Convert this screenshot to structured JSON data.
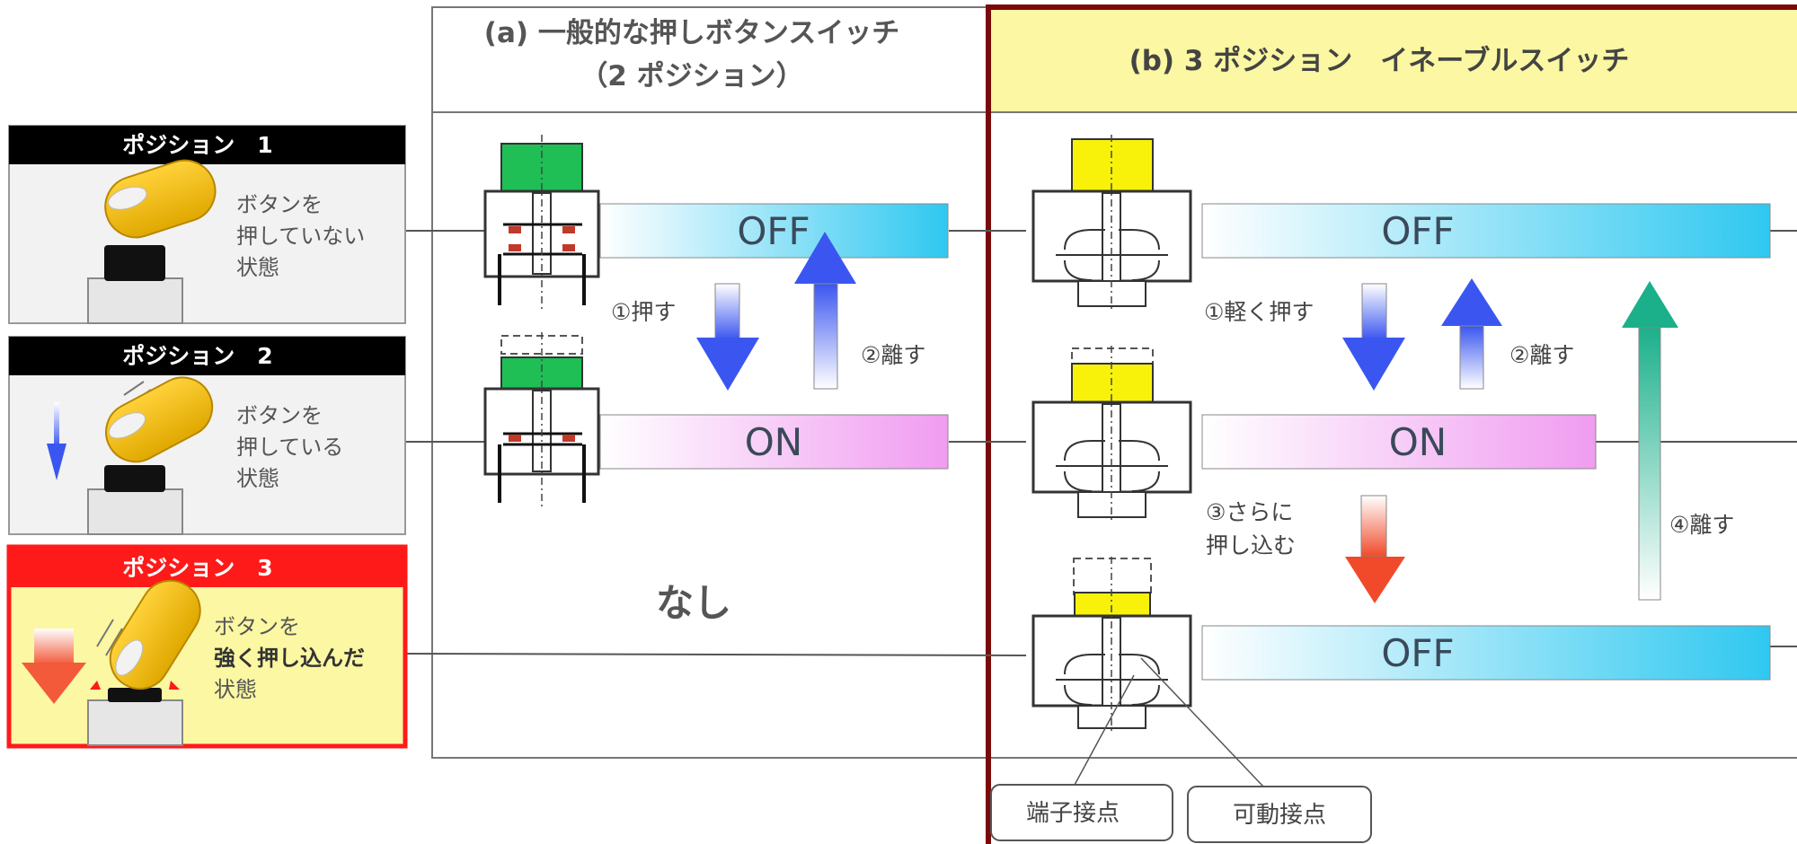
{
  "headers": {
    "col_a_line1": "(a) 一般的な押しボタンスイッチ",
    "col_a_line2": "（2 ポジション）",
    "col_b": "(b) 3 ポジション　イネーブルスイッチ"
  },
  "positions": [
    {
      "title": "ポジション　1",
      "desc": [
        "ボタンを",
        "押していない",
        "状態"
      ]
    },
    {
      "title": "ポジション　2",
      "desc": [
        "ボタンを",
        "押している",
        "状態"
      ]
    },
    {
      "title": "ポジション　3",
      "desc": [
        "ボタンを",
        "強く押し込んだ",
        "状態"
      ]
    }
  ],
  "col_a": {
    "states": [
      "OFF",
      "ON"
    ],
    "step_press": "①押す",
    "step_release": "②離す",
    "none_label": "なし"
  },
  "col_b": {
    "states": [
      "OFF",
      "ON",
      "OFF"
    ],
    "step_light_press": "①軽く押す",
    "step_release": "②離す",
    "step_further_line1": "③さらに",
    "step_further_line2": "押し込む",
    "step_release_all": "④離す"
  },
  "callouts": {
    "terminal_contact": "端子接点",
    "movable_contact": "可動接点"
  },
  "colors": {
    "frame_red": "#7a0a0a",
    "yellow_header": "#fbf7a2",
    "green_button": "#1fbf55",
    "yellow_button": "#f8f20a",
    "off_bar": "#2fc8f0",
    "on_bar": "#f09cf0",
    "position3_red": "#ff1a1a",
    "position3_fill": "#fbf7a2"
  }
}
